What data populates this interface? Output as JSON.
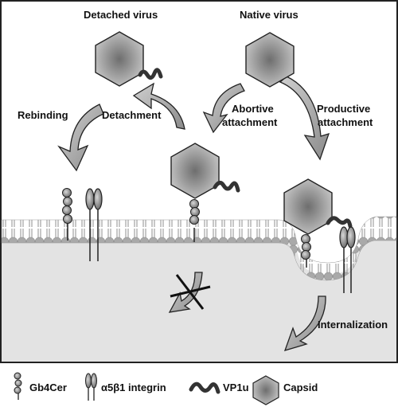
{
  "labels": {
    "detached_virus": "Detached virus",
    "native_virus": "Native virus",
    "rebinding": "Rebinding",
    "detachment": "Detachment",
    "abortive_line1": "Abortive",
    "abortive_line2": "attachment",
    "productive_line1": "Productive",
    "productive_line2": "attachment",
    "internalization": "Internalization"
  },
  "legend": {
    "gb4cer": "Gb4Cer",
    "integrin": "α5β1 integrin",
    "vp1u": "VP1u",
    "capsid": "Capsid"
  },
  "colors": {
    "capsid_center": "#c8c8c8",
    "capsid_edge": "#6e6e6e",
    "membrane": "#b4b4b4",
    "membrane_dark": "#8a8a8a",
    "cytoplasm": "#e4e4e4",
    "arrow_fill": "#b0b0b0",
    "stroke": "#222222"
  }
}
